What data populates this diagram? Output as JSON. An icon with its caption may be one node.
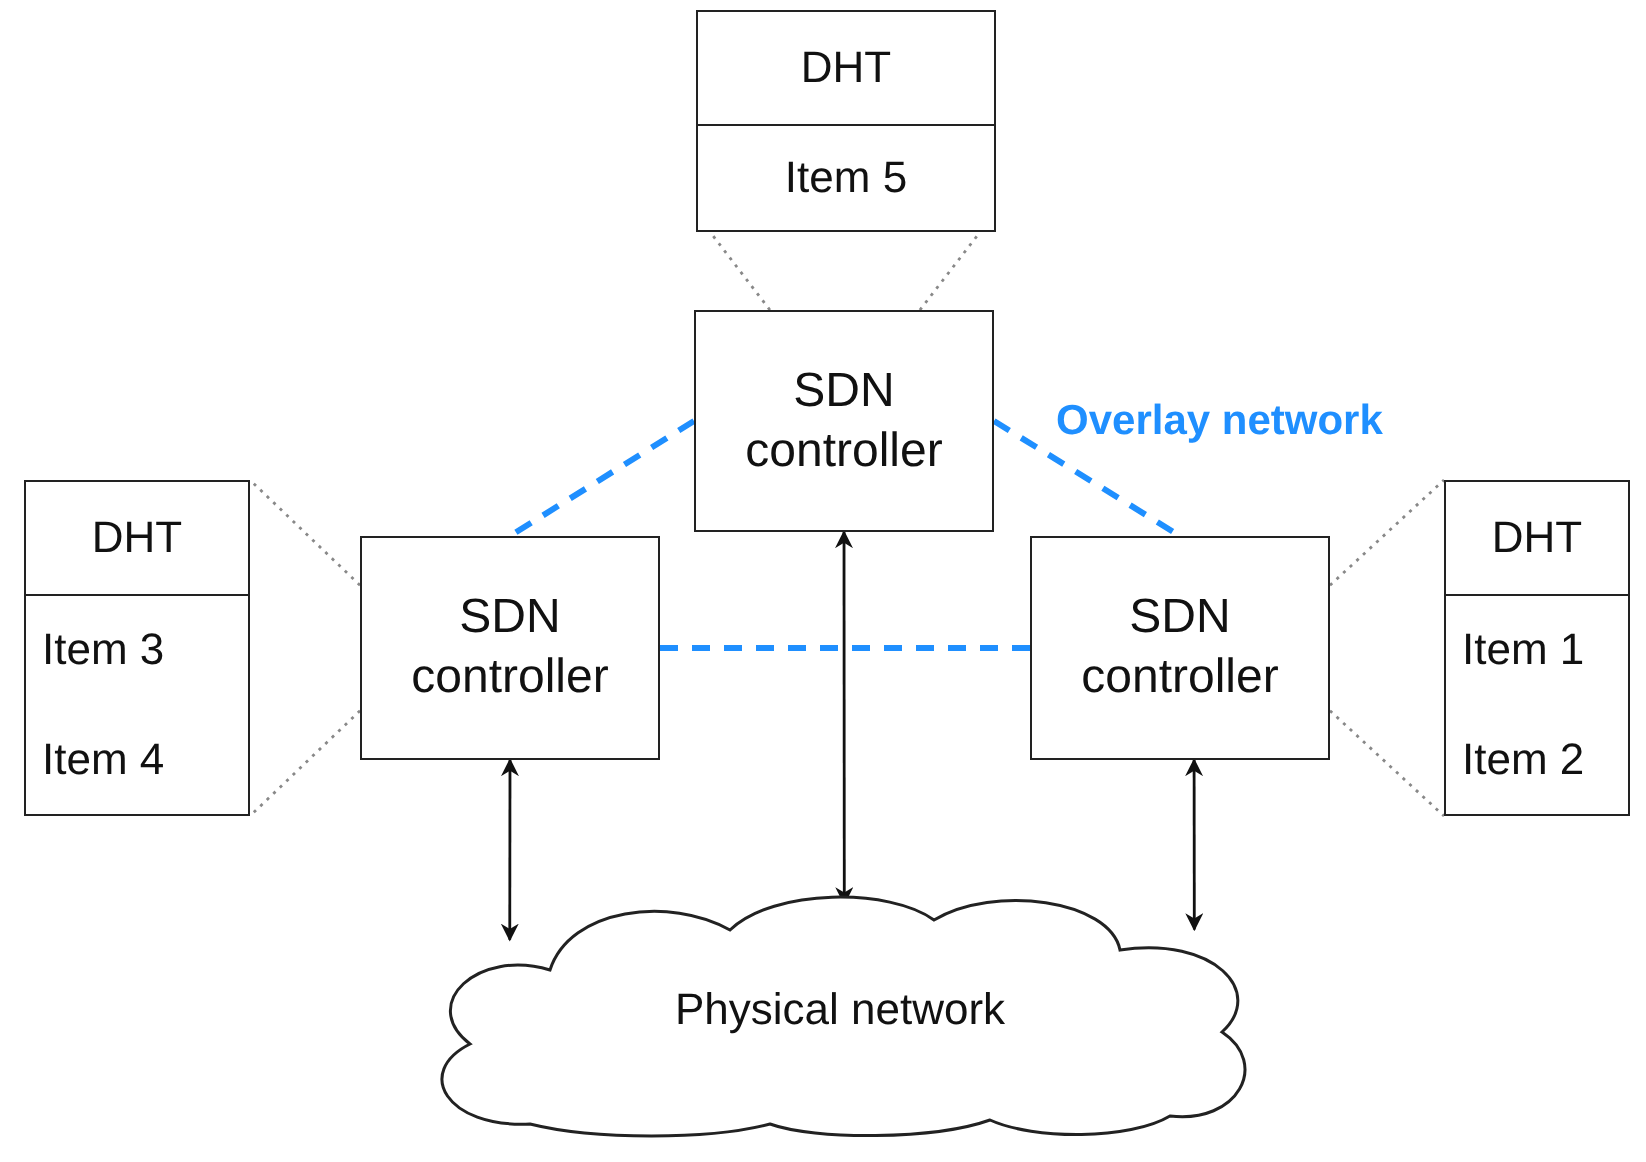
{
  "diagram": {
    "nodes": [
      {
        "text": [
          "DHT",
          "Item 5"
        ]
      },
      {
        "text": [
          "SDN controller"
        ]
      },
      {
        "text": [
          "SDN controller"
        ]
      },
      {
        "text": [
          "SDN controller"
        ]
      },
      {
        "text": [
          "DHT",
          "Item 3",
          "Item 4"
        ]
      },
      {
        "text": [
          "DHT",
          "Item 1",
          "Item 2"
        ]
      },
      {
        "text": [
          "Physical network"
        ]
      }
    ],
    "edges": [
      {
        "from": 1,
        "to": 0,
        "arrow": "none",
        "style": "dashed",
        "color": "#888888"
      },
      {
        "from": 1,
        "to": 0,
        "arrow": "none",
        "style": "dashed",
        "color": "#888888"
      },
      {
        "from": 2,
        "to": 4,
        "arrow": "none",
        "style": "dashed",
        "color": "#888888"
      },
      {
        "from": 2,
        "to": 4,
        "arrow": "none",
        "style": "dashed",
        "color": "#888888"
      },
      {
        "from": 3,
        "to": 5,
        "arrow": "none",
        "style": "dashed",
        "color": "#888888"
      },
      {
        "from": 3,
        "to": 5,
        "arrow": "none",
        "style": "dashed",
        "color": "#888888"
      },
      {
        "from": 1,
        "to": 2,
        "arrow": "none",
        "style": "dashed",
        "color": "#1f8fff"
      },
      {
        "from": 1,
        "to": 3,
        "arrow": "none",
        "style": "dashed",
        "color": "#1f8fff"
      },
      {
        "from": 2,
        "to": 3,
        "arrow": "none",
        "style": "dashed",
        "color": "#1f8fff"
      },
      {
        "from": 2,
        "to": 6,
        "arrow": "both",
        "color": "#111111"
      },
      {
        "from": 1,
        "to": 6,
        "arrow": "both",
        "color": "#111111"
      },
      {
        "from": 3,
        "to": 6,
        "arrow": "both",
        "color": "#111111"
      }
    ],
    "labels": [
      "Overlay network"
    ]
  }
}
